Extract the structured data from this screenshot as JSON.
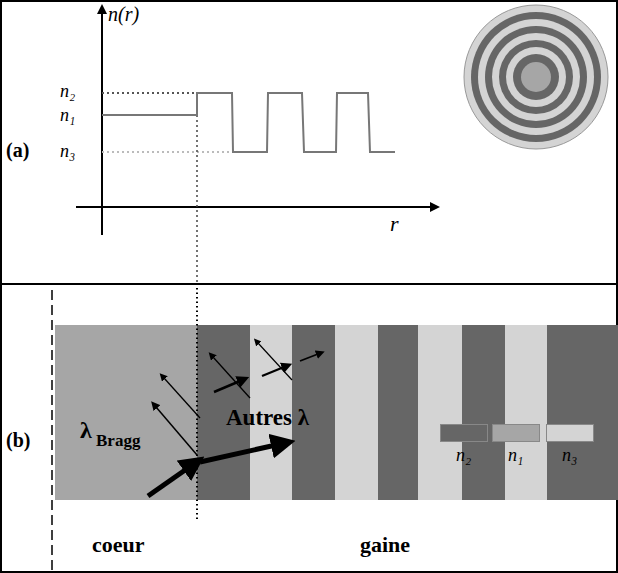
{
  "diagram": {
    "labels": [
      "n(r)",
      "n₂",
      "n₁",
      "n₃",
      "r",
      "(a)",
      "(b)",
      "λ",
      "Bragg",
      "Autres λ",
      "coeur",
      "gaine"
    ],
    "legend": [
      {
        "text": "n₂",
        "color": "#666666"
      },
      {
        "text": "n₁",
        "color": "#a6a6a6"
      },
      {
        "text": "n₃",
        "color": "#d4d4d4"
      }
    ]
  }
}
